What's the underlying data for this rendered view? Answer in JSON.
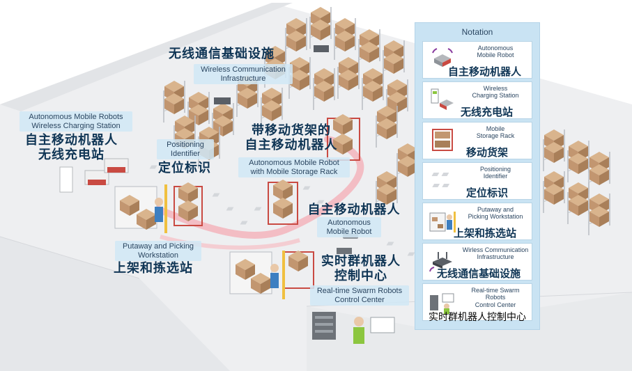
{
  "labels": {
    "wireless_infra_zh": "无线通信基础设施",
    "wireless_infra_en_1": "Wireless Communication",
    "wireless_infra_en_2": "Infrastructure",
    "amr_station_en_1": "Autonomous Mobile Robots",
    "amr_station_en_2": "Wireless Charging Station",
    "amr_station_zh_1": "自主移动机器人",
    "amr_station_zh_2": "无线充电站",
    "positioning_en_1": "Positioning",
    "positioning_en_2": "Identifier",
    "positioning_zh": "定位标识",
    "rack_robot_zh_1": "带移动货架的",
    "rack_robot_zh_2": "自主移动机器人",
    "rack_robot_en_1": "Autonomous Mobile Robot",
    "rack_robot_en_2": "with Mobile Storage Rack",
    "amr_zh": "自主移动机器人",
    "amr_en_1": "Autonomous",
    "amr_en_2": "Mobile Robot",
    "putaway_en_1": "Putaway and Picking",
    "putaway_en_2": "Workstation",
    "putaway_zh": "上架和拣选站",
    "swarm_zh_1": "实时群机器人",
    "swarm_zh_2": "控制中心",
    "swarm_en_1": "Real-time Swarm Robots",
    "swarm_en_2": "Control Center"
  },
  "notation": {
    "title": "Notation",
    "items": [
      {
        "en_1": "Autonomous",
        "en_2": "Mobile Robot",
        "zh": "自主移动机器人",
        "icon": "robot-icon"
      },
      {
        "en_1": "Wireless",
        "en_2": "Charging Station",
        "zh": "无线充电站",
        "icon": "charging-station-icon"
      },
      {
        "en_1": "Mobile",
        "en_2": "Storage Rack",
        "zh": "移动货架",
        "icon": "storage-rack-icon"
      },
      {
        "en_1": "Positioning",
        "en_2": "Identifier",
        "zh": "定位标识",
        "icon": "positioning-marker-icon"
      },
      {
        "en_1": "Putaway and",
        "en_2": "Picking Workstation",
        "zh": "上架和拣选站",
        "icon": "workstation-icon"
      },
      {
        "en_1": "Wirless Communication",
        "en_2": "Infrastructure",
        "zh": "无线通信基础设施",
        "icon": "wireless-router-icon"
      },
      {
        "en_1": "Real-time Swarm Robots",
        "en_2": "Control Center",
        "zh": "实时群机器人控制中心",
        "icon": "control-center-icon"
      }
    ]
  },
  "colors": {
    "floor": "#f1f2f4",
    "wall": "#e3e5e8",
    "rack_frame": "#b8bcc2",
    "box": "#c9a27c",
    "box_dark": "#a97f59",
    "path": "#f3b4bc",
    "rack_red": "#c94a42",
    "label_bg": "#cde5f4",
    "text_dark": "#0f3555"
  }
}
